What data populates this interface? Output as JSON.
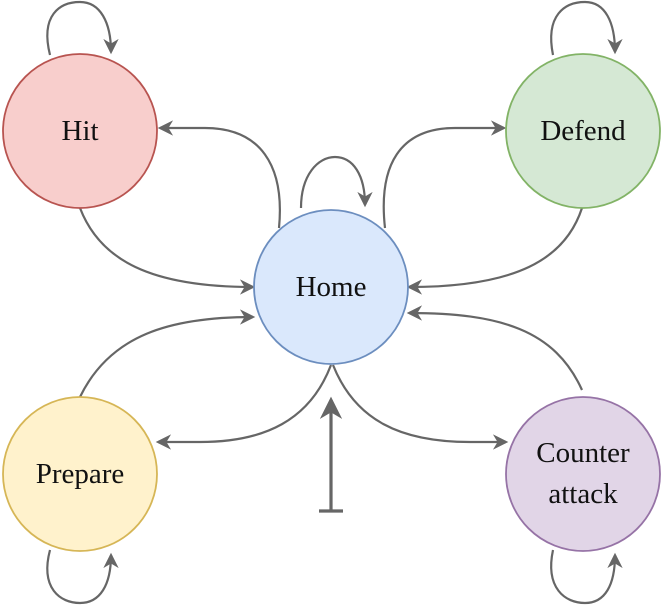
{
  "diagram": {
    "nodes": {
      "hit": {
        "label": "Hit",
        "fill": "#f8cecc",
        "stroke": "#b85450"
      },
      "defend": {
        "label": "Defend",
        "fill": "#d5e8d4",
        "stroke": "#82b366"
      },
      "home": {
        "label": "Home",
        "fill": "#dae8fc",
        "stroke": "#6c8ebf"
      },
      "prepare": {
        "label": "Prepare",
        "fill": "#fff2cc",
        "stroke": "#d6b656"
      },
      "counter_attack": {
        "label_line1": "Counter",
        "label_line2": "attack",
        "fill": "#e1d5e7",
        "stroke": "#9673a6"
      }
    },
    "edge_color": "#666666",
    "edges": [
      {
        "from": "home",
        "to": "hit"
      },
      {
        "from": "hit",
        "to": "home"
      },
      {
        "from": "home",
        "to": "defend"
      },
      {
        "from": "defend",
        "to": "home"
      },
      {
        "from": "prepare",
        "to": "home"
      },
      {
        "from": "home",
        "to": "prepare"
      },
      {
        "from": "counter_attack",
        "to": "home"
      },
      {
        "from": "home",
        "to": "counter_attack"
      },
      {
        "from": "hit",
        "to": "hit"
      },
      {
        "from": "defend",
        "to": "defend"
      },
      {
        "from": "home",
        "to": "home"
      },
      {
        "from": "prepare",
        "to": "prepare"
      },
      {
        "from": "counter_attack",
        "to": "counter_attack"
      },
      {
        "from": "start",
        "to": "home"
      }
    ]
  }
}
